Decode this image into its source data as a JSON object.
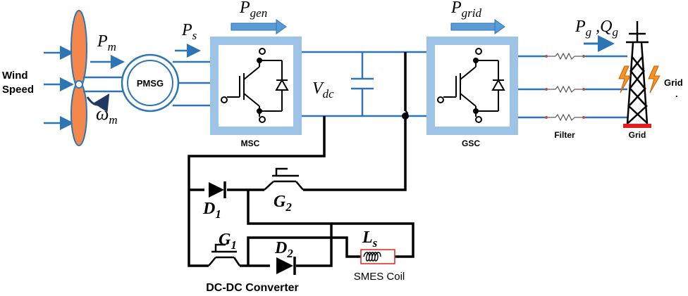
{
  "labels": {
    "wind_speed_line1": "Wind",
    "wind_speed_line2": "Speed",
    "pmsg": "PMSG",
    "pm_sym": "P",
    "pm_sub": "m",
    "ps_sym": "P",
    "ps_sub": "s",
    "omega_sym": "ω",
    "omega_sub": "m",
    "pgen_sym": "P",
    "pgen_sub": "gen",
    "pgrid_sym": "P",
    "pgrid_sub": "grid",
    "vdc_sym": "V",
    "vdc_sub": "dc",
    "pg_sym": "P",
    "pg_sub": "g",
    "qg_sep": " ,Q",
    "qg_sub": "g",
    "msc": "MSC",
    "gsc": "GSC",
    "filter": "Filter",
    "grid_tower": "Grid",
    "grid_right": "Grid",
    "grid_dot": ".",
    "d1_sym": "D",
    "d1_sub": "1",
    "d2_sym": "D",
    "d2_sub": "2",
    "g1_sym": "G",
    "g1_sub": "1",
    "g2_sym": "G",
    "g2_sub": "2",
    "ls_sym": "L",
    "ls_sub": "s",
    "smes_coil": "SMES Coil",
    "dcdc": "DC-DC Converter"
  },
  "colors": {
    "blue_line": "#2e75b6",
    "converter_border": "#9dc3e6",
    "arrow_fill": "#5b9bd5",
    "blade": "#f4874b",
    "coil_red": "#e02020",
    "lightning": "#f7941d"
  }
}
